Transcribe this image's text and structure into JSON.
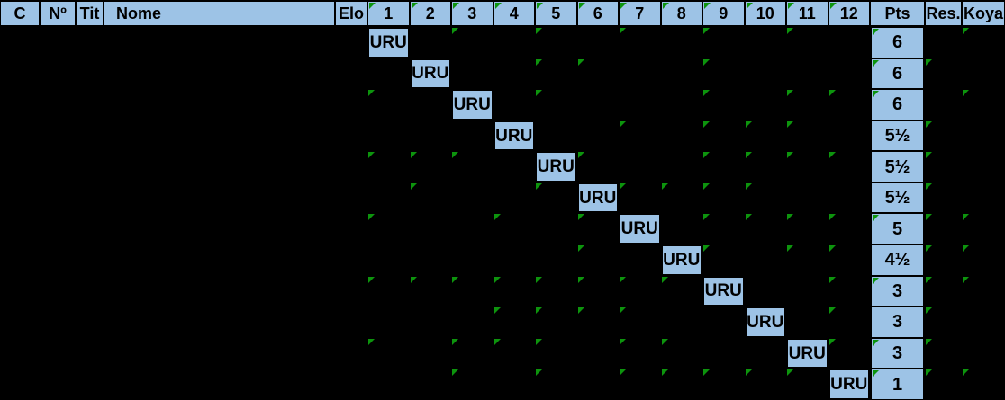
{
  "table": {
    "colors": {
      "cell_fill": "#9dc3e6",
      "marker_green": "#0d940d",
      "grid_line": "#000000",
      "background": "#000000",
      "text": "#000000"
    },
    "headers": [
      {
        "id": "c",
        "label": "C"
      },
      {
        "id": "no",
        "label": "Nº"
      },
      {
        "id": "tit",
        "label": "Tit"
      },
      {
        "id": "nome",
        "label": "Nome"
      },
      {
        "id": "elo",
        "label": "Elo"
      },
      {
        "id": "r1",
        "label": "1"
      },
      {
        "id": "r2",
        "label": "2"
      },
      {
        "id": "r3",
        "label": "3"
      },
      {
        "id": "r4",
        "label": "4"
      },
      {
        "id": "r5",
        "label": "5"
      },
      {
        "id": "r6",
        "label": "6"
      },
      {
        "id": "r7",
        "label": "7"
      },
      {
        "id": "r8",
        "label": "8"
      },
      {
        "id": "r9",
        "label": "9"
      },
      {
        "id": "r10",
        "label": "10"
      },
      {
        "id": "r11",
        "label": "11"
      },
      {
        "id": "r12",
        "label": "12"
      },
      {
        "id": "pts",
        "label": "Pts"
      },
      {
        "id": "res",
        "label": "Res."
      },
      {
        "id": "koya",
        "label": "Koya"
      }
    ],
    "header_marker_ids": [
      "r1",
      "r2",
      "r3",
      "r4",
      "r5",
      "r6",
      "r7",
      "r8",
      "r9",
      "r10",
      "r11",
      "r12"
    ],
    "rows": [
      {
        "diagonal_round": 1,
        "federation": "URU",
        "pts": "6",
        "round_markers": [
          3,
          5,
          7,
          9,
          11
        ],
        "pts_marker": true,
        "res_marker": false,
        "koya_marker": true
      },
      {
        "diagonal_round": 2,
        "federation": "URU",
        "pts": "6",
        "round_markers": [
          5,
          6,
          9
        ],
        "pts_marker": true,
        "res_marker": true,
        "koya_marker": false
      },
      {
        "diagonal_round": 3,
        "federation": "URU",
        "pts": "6",
        "round_markers": [
          1,
          5,
          9,
          11,
          12
        ],
        "pts_marker": true,
        "res_marker": false,
        "koya_marker": true
      },
      {
        "diagonal_round": 4,
        "federation": "URU",
        "pts": "5½",
        "round_markers": [
          7,
          9,
          10,
          11
        ],
        "pts_marker": false,
        "res_marker": true,
        "koya_marker": false
      },
      {
        "diagonal_round": 5,
        "federation": "URU",
        "pts": "5½",
        "round_markers": [
          1,
          2,
          3,
          6,
          9,
          10,
          11,
          12
        ],
        "pts_marker": false,
        "res_marker": true,
        "koya_marker": false
      },
      {
        "diagonal_round": 6,
        "federation": "URU",
        "pts": "5½",
        "round_markers": [
          2,
          5,
          7,
          8,
          9,
          10
        ],
        "pts_marker": false,
        "res_marker": true,
        "koya_marker": false
      },
      {
        "diagonal_round": 7,
        "federation": "URU",
        "pts": "5",
        "round_markers": [
          1,
          4,
          6,
          9,
          10,
          11,
          12
        ],
        "pts_marker": true,
        "res_marker": true,
        "koya_marker": true
      },
      {
        "diagonal_round": 8,
        "federation": "URU",
        "pts": "4½",
        "round_markers": [
          6,
          9,
          11,
          12
        ],
        "pts_marker": false,
        "res_marker": true,
        "koya_marker": true
      },
      {
        "diagonal_round": 9,
        "federation": "URU",
        "pts": "3",
        "round_markers": [
          1,
          2,
          3,
          4,
          5,
          6,
          7,
          8,
          12
        ],
        "pts_marker": true,
        "res_marker": true,
        "koya_marker": true
      },
      {
        "diagonal_round": 10,
        "federation": "URU",
        "pts": "3",
        "round_markers": [
          4,
          5,
          6,
          7,
          12
        ],
        "pts_marker": false,
        "res_marker": true,
        "koya_marker": false
      },
      {
        "diagonal_round": 11,
        "federation": "URU",
        "pts": "3",
        "round_markers": [
          1,
          3,
          4,
          5,
          7,
          8,
          12
        ],
        "pts_marker": true,
        "res_marker": true,
        "koya_marker": false
      },
      {
        "diagonal_round": 12,
        "federation": "URU",
        "pts": "1",
        "round_markers": [
          3,
          5,
          7,
          8,
          9,
          10,
          11
        ],
        "pts_marker": true,
        "res_marker": true,
        "koya_marker": true
      }
    ]
  }
}
